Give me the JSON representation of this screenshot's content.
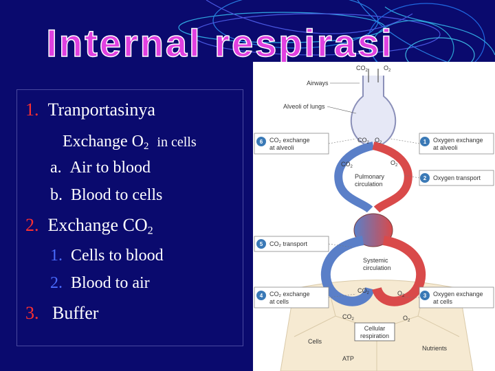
{
  "title": "Internal respirasi",
  "items": {
    "item1": {
      "num": "1.",
      "text": "Tranportasinya"
    },
    "exchange_o2": {
      "prefix": "Exchange O",
      "sub": "2",
      "suffix": "in cells"
    },
    "item_a": {
      "num": "a.",
      "text": "Air to blood"
    },
    "item_b": {
      "num": "b.",
      "text": "Blood to cells"
    },
    "item2": {
      "num": "2.",
      "prefix": "Exchange CO",
      "sub": "2"
    },
    "item2_1": {
      "num": "1.",
      "text": "Cells to blood"
    },
    "item2_2": {
      "num": "2.",
      "text": "Blood to air"
    },
    "item3": {
      "num": "3.",
      "text": "Buffer"
    }
  },
  "diagram": {
    "co2_top": "CO",
    "co2_top_sub": "2",
    "o2_top": "O",
    "o2_top_sub": "2",
    "airways": "Airways",
    "alveoli": "Alveoli of lungs",
    "alv_co2": "CO",
    "alv_co2_sub": "2",
    "alv_o2": "O",
    "alv_o2_sub": "2",
    "pulm_co2": "CO",
    "pulm_co2_sub": "2",
    "pulm_o2": "O",
    "pulm_o2_sub": "2",
    "pulmonary1": "Pulmonary",
    "pulmonary2": "circulation",
    "systemic1": "Systemic",
    "systemic2": "circulation",
    "sys_co2": "CO",
    "sys_co2_sub": "2",
    "sys_o2": "O",
    "sys_o2_sub": "2",
    "cell_co2": "CO",
    "cell_co2_sub": "2",
    "cell_o2": "O",
    "cell_o2_sub": "2",
    "cellular1": "Cellular",
    "cellular2": "respiration",
    "cells": "Cells",
    "nutrients": "Nutrients",
    "atp": "ATP",
    "steps": {
      "s6": {
        "num": "6",
        "line1": "CO₂ exchange",
        "line2": "at alveoli"
      },
      "s1": {
        "num": "1",
        "line1": "Oxygen exchange",
        "line2": "at alveoli"
      },
      "s2": {
        "num": "2",
        "line1": "Oxygen transport",
        "line2": ""
      },
      "s5": {
        "num": "5",
        "line1": "CO₂ transport",
        "line2": ""
      },
      "s4": {
        "num": "4",
        "line1": "CO₂ exchange",
        "line2": "at cells"
      },
      "s3": {
        "num": "3",
        "line1": "Oxygen exchange",
        "line2": "at cells"
      }
    }
  },
  "colors": {
    "background": "#0a0a6e",
    "title_fill": "#e040e0",
    "number_red": "#ff3030",
    "number_blue": "#4a6cff",
    "step_blue": "#3a79b6"
  }
}
